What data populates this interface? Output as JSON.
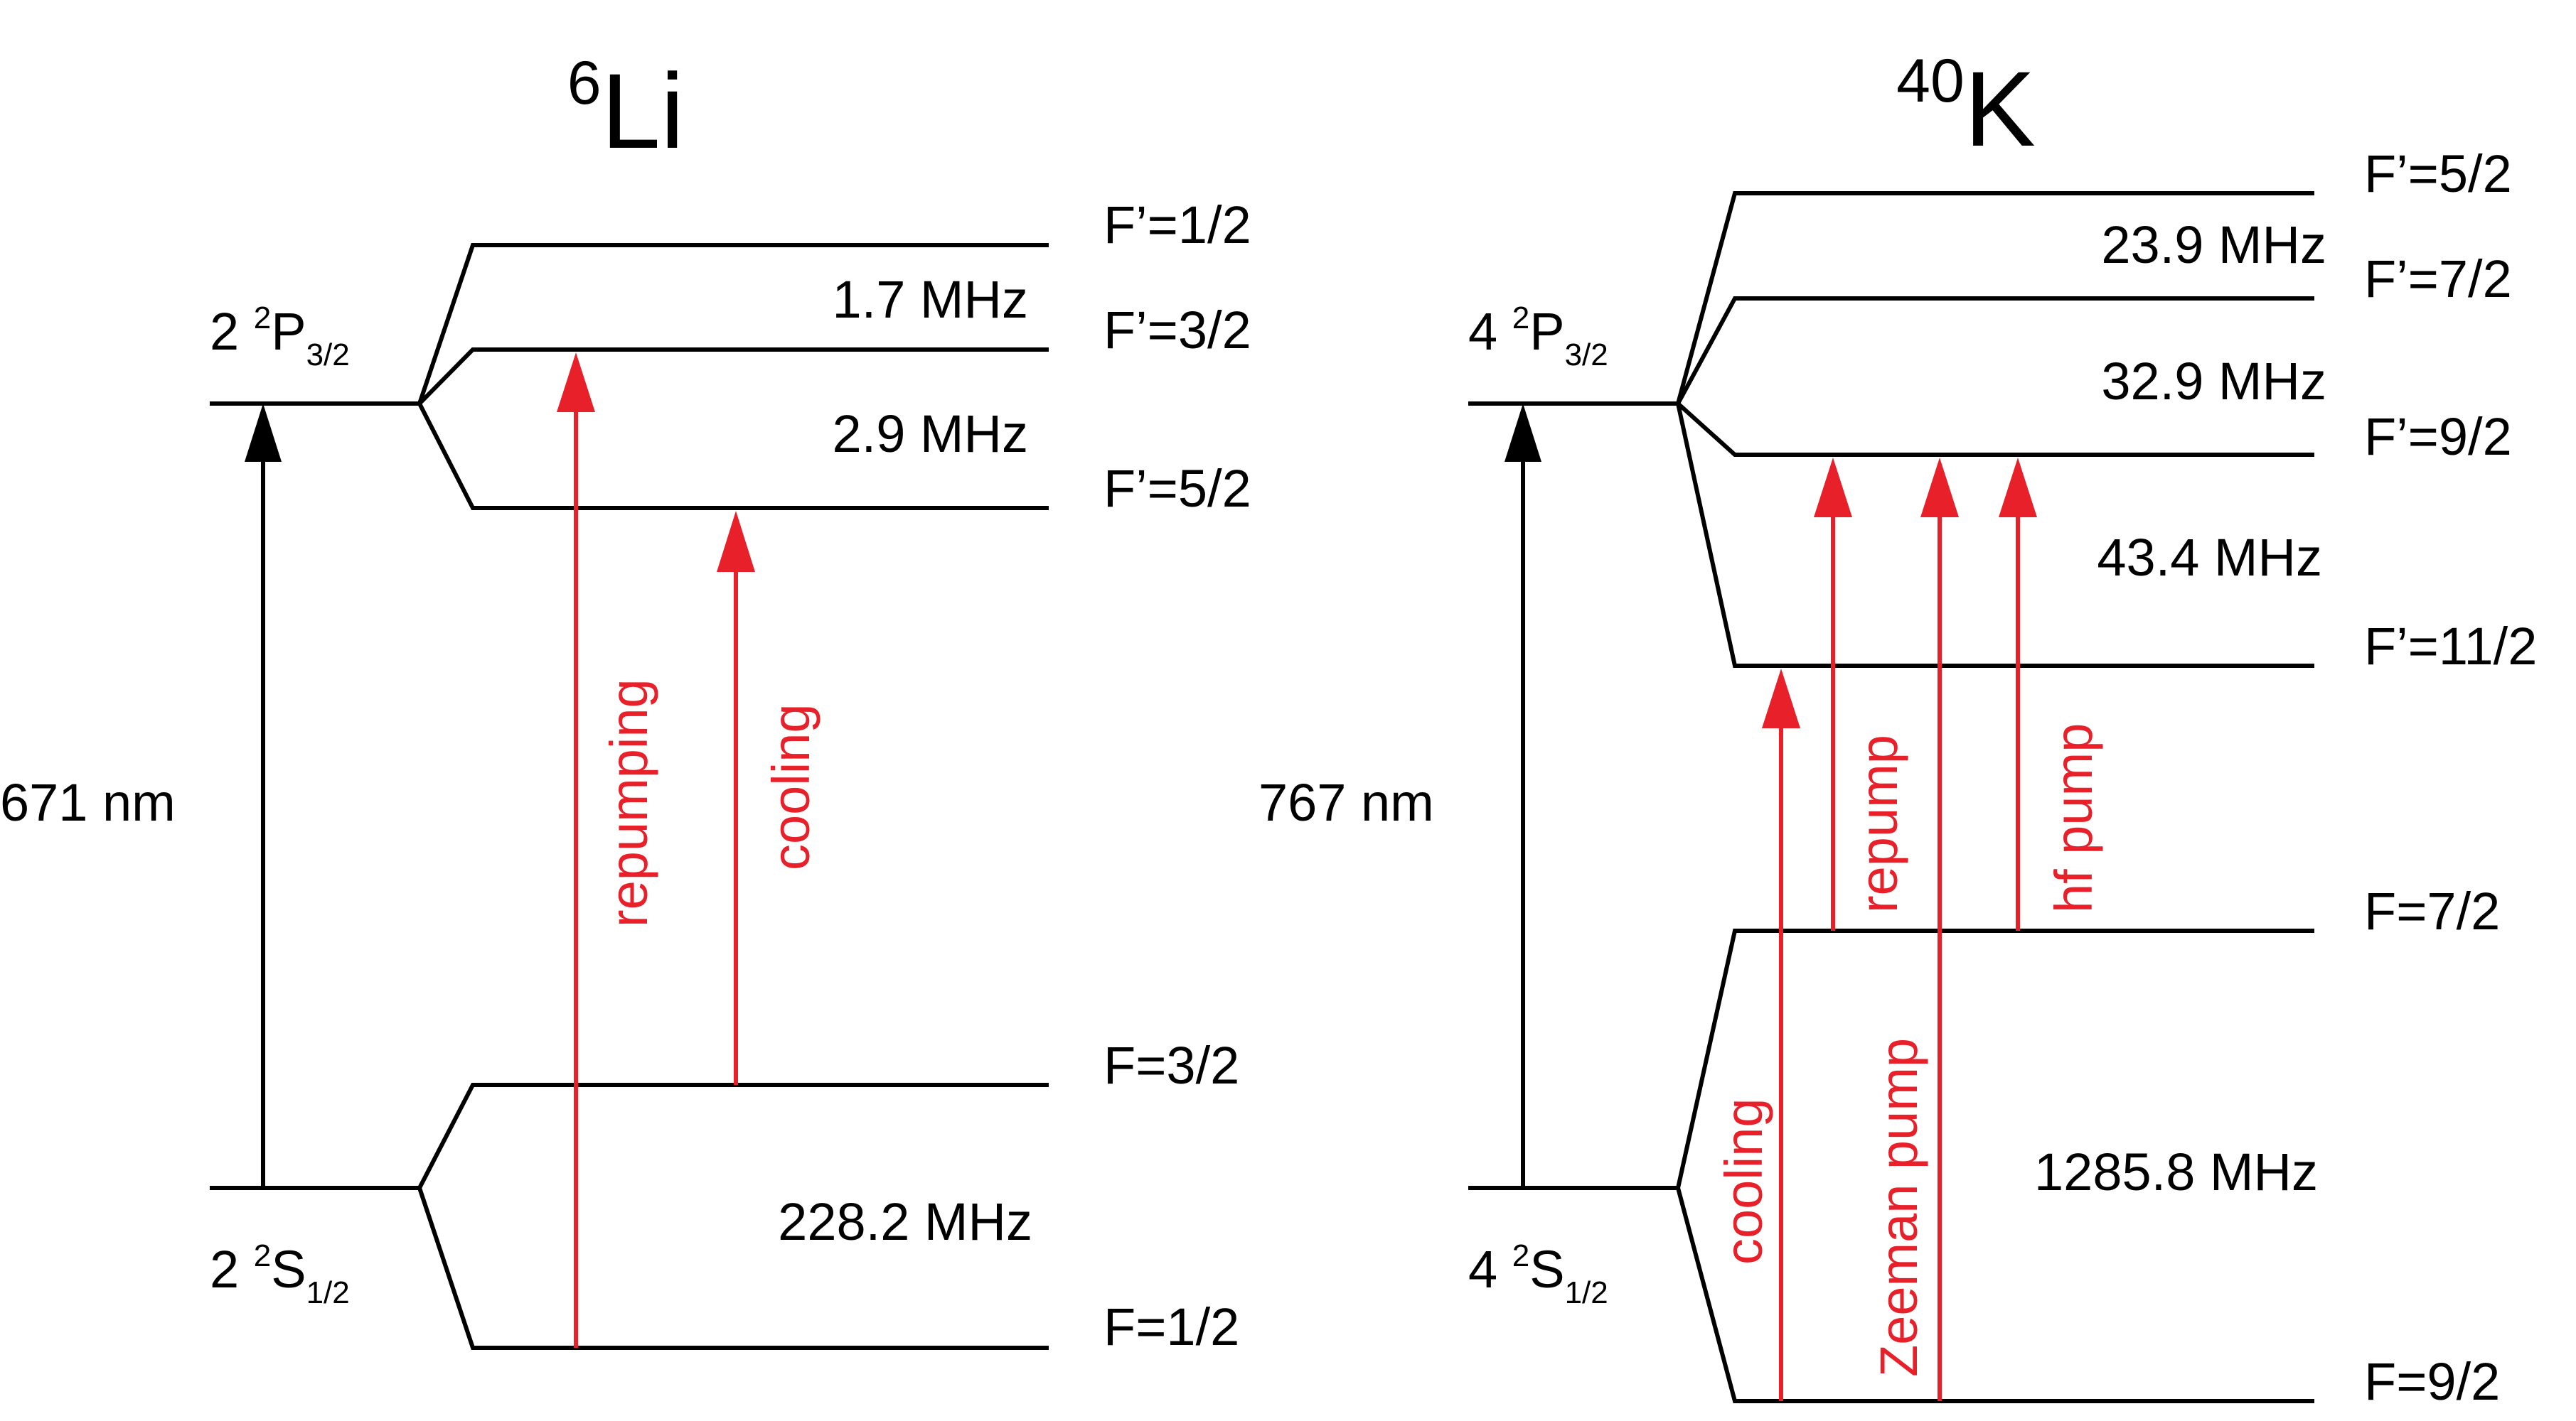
{
  "li": {
    "title_sup": "6",
    "title": "Li",
    "excited": {
      "prefix": "2 ",
      "sup": "2",
      "main": "P",
      "sub": "3/2"
    },
    "ground": {
      "prefix": "2 ",
      "sup": "2",
      "main": "S",
      "sub": "1/2"
    },
    "wavelength": "671 nm",
    "levels": [
      "F’=1/2",
      "F’=3/2",
      "F’=5/2",
      "F=3/2",
      "F=1/2"
    ],
    "splittings": [
      "1.7 MHz",
      "2.9 MHz",
      "228.2 MHz"
    ],
    "transitions": [
      "repumping",
      "cooling"
    ]
  },
  "k": {
    "title_sup": "40",
    "title": "K",
    "excited": {
      "prefix": "4 ",
      "sup": "2",
      "main": "P",
      "sub": "3/2"
    },
    "ground": {
      "prefix": "4 ",
      "sup": "2",
      "main": "S",
      "sub": "1/2"
    },
    "wavelength": "767 nm",
    "levels": [
      "F’=5/2",
      "F’=7/2",
      "F’=9/2",
      "F’=11/2",
      "F=7/2",
      "F=9/2"
    ],
    "splittings": [
      "23.9 MHz",
      "32.9 MHz",
      "43.4 MHz",
      "1285.8 MHz"
    ],
    "transitions": [
      "cooling",
      "Zeeman pump",
      "repump",
      "hf pump"
    ]
  },
  "colors": {
    "laser": "#e8202a",
    "line": "#000000"
  }
}
